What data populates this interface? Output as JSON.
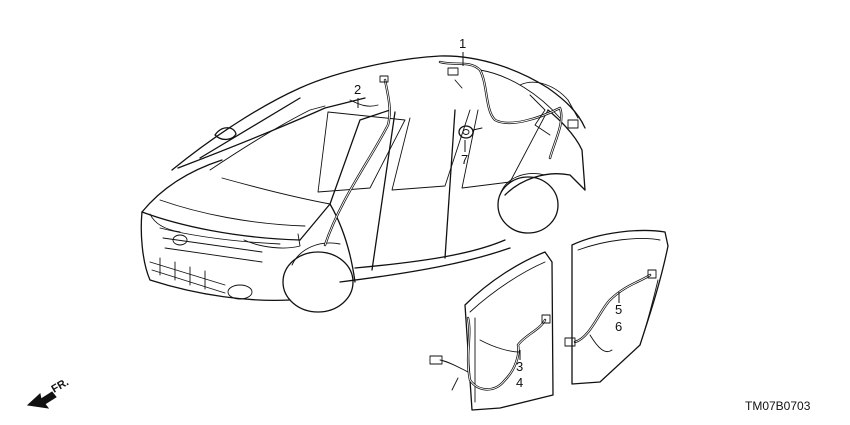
{
  "callouts": {
    "c1": "1",
    "c2": "2",
    "c3": "3",
    "c4": "4",
    "c5": "5",
    "c6": "6",
    "c7": "7"
  },
  "direction_label": "FR.",
  "drawing_code": "TM07B0703",
  "icons": {
    "direction": "arrow-icon"
  }
}
